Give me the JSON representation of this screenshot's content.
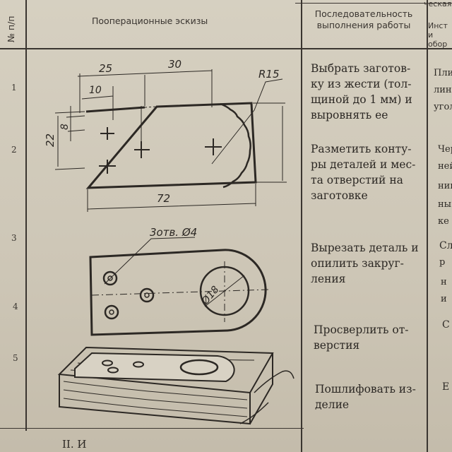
{
  "header": {
    "col_num": "№ п/п",
    "col_sketch": "Пооперационные эскизы",
    "col_seq": "Последовательность выполнения работы",
    "col_tools": "Инст и обор",
    "top_fragment": "ческая"
  },
  "rows": [
    {
      "num": "1",
      "text": "Выбрать заготов-ку из жести (тол-щиной до 1 мм) и выровнять ее",
      "tool": "Плит"
    },
    {
      "num": "2",
      "text": "Разметить конту-ры деталей и мес-та отверстий на заготовке",
      "tool": "Черт"
    },
    {
      "num": "3",
      "text": "Вырезать деталь и опилить закруг-ления",
      "tool": "Сл"
    },
    {
      "num": "4",
      "text": "Просверлить от-верстия",
      "tool": "С"
    },
    {
      "num": "5",
      "text": "Пошлифовать из-делие",
      "tool": "Е"
    }
  ],
  "tool_fragments": [
    "лине",
    "угол",
    "ней",
    "ник",
    "ны",
    "ке",
    "р",
    "н",
    "и"
  ],
  "sketch": {
    "dim_25": "25",
    "dim_30": "30",
    "dim_10": "10",
    "dim_r15": "R15",
    "dim_8": "8",
    "dim_22": "22",
    "dim_72": "72",
    "holes_label": "3отв. Ø4",
    "dia_label": "Ø18"
  },
  "footer_fragment": "II. И"
}
